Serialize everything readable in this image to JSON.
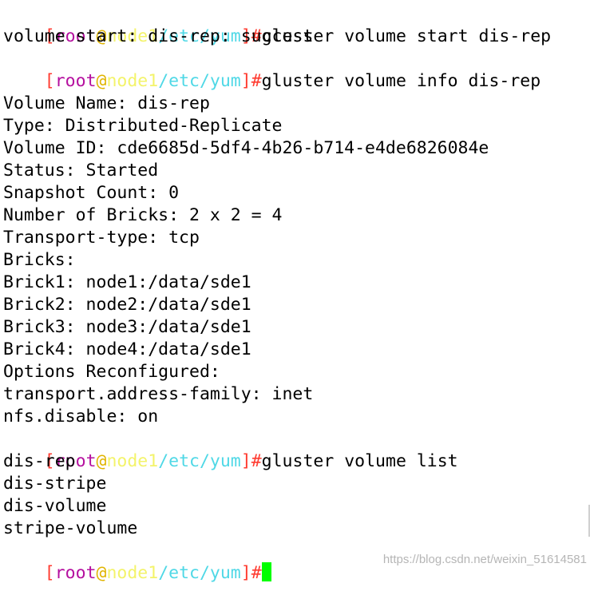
{
  "prompt": {
    "open": "[",
    "user": "root",
    "at": "@",
    "host": "node1",
    "path": "/etc/yum",
    "close": "]",
    "hash": "#"
  },
  "commands": [
    "gluster volume start dis-rep",
    "gluster volume info dis-rep",
    "gluster volume list"
  ],
  "output_start": "volume start: dis-rep: success",
  "info_lines": [
    "",
    "Volume Name: dis-rep",
    "Type: Distributed-Replicate",
    "Volume ID: cde6685d-5df4-4b26-b714-e4de6826084e",
    "Status: Started",
    "Snapshot Count: 0",
    "Number of Bricks: 2 x 2 = 4",
    "Transport-type: tcp",
    "Bricks:",
    "Brick1: node1:/data/sde1",
    "Brick2: node2:/data/sde1",
    "Brick3: node3:/data/sde1",
    "Brick4: node4:/data/sde1",
    "Options Reconfigured:",
    "transport.address-family: inet",
    "nfs.disable: on"
  ],
  "list_lines": [
    "dis-rep",
    "dis-stripe",
    "dis-volume",
    "stripe-volume"
  ],
  "watermark": "https://blog.csdn.net/weixin_51614581"
}
